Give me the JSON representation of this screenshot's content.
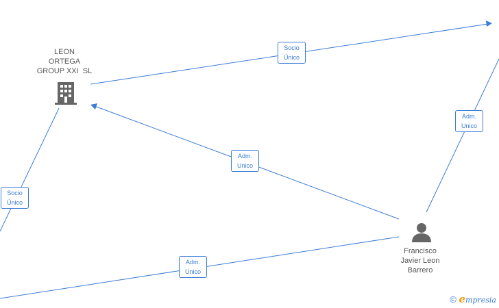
{
  "nodes": {
    "company": {
      "lines": [
        "LEON",
        "ORTEGA",
        "GROUP XXI  SL"
      ],
      "icon": "building-icon"
    },
    "person": {
      "lines": [
        "Francisco",
        "Javier Leon",
        "Barrero"
      ],
      "icon": "person-icon"
    }
  },
  "edge_labels": {
    "top_socio": [
      "Socio",
      "Único"
    ],
    "right_adm": [
      "Adm.",
      "Unico"
    ],
    "middle_adm": [
      "Adm.",
      "Unico"
    ],
    "left_socio": [
      "Socio",
      "Único"
    ],
    "bottom_adm": [
      "Adm.",
      "Unico"
    ]
  },
  "footer": {
    "copyright": "©",
    "brand_first": "e",
    "brand_rest": "mpresia"
  },
  "colors": {
    "edge": "#3a7bd5",
    "icon": "#666666",
    "brand_accent": "#f39c12"
  }
}
